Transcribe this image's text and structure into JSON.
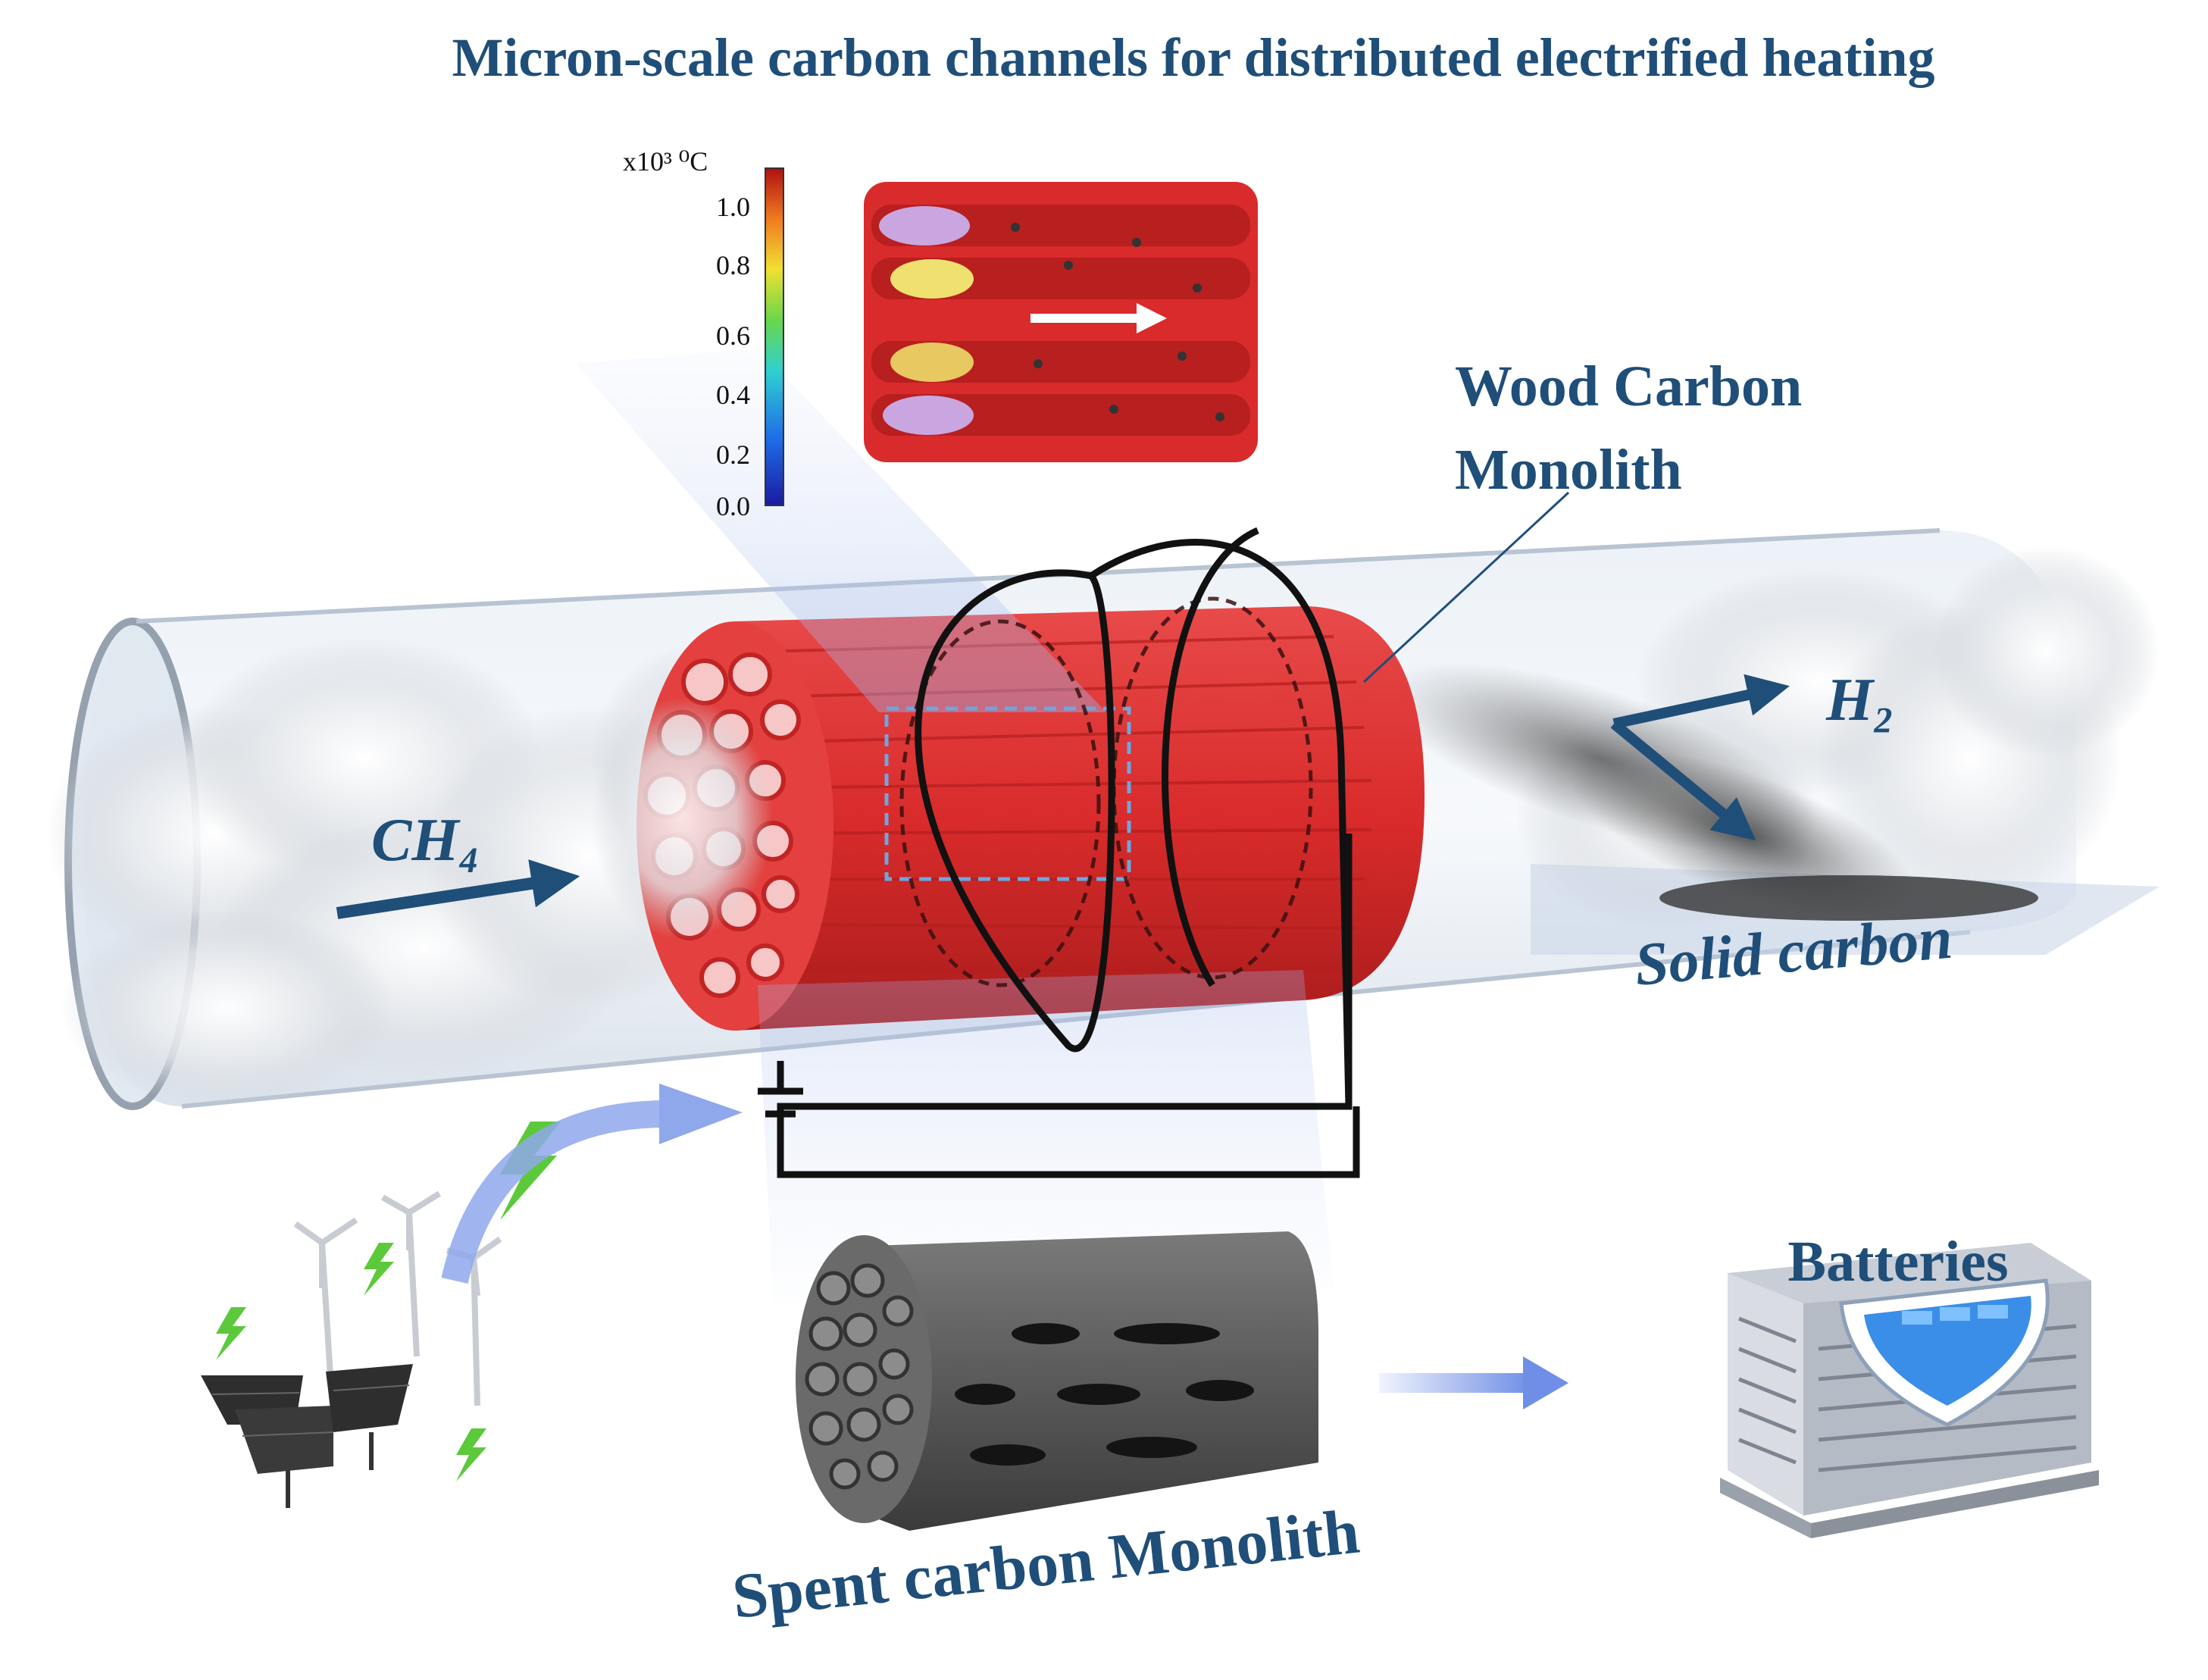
{
  "title": "Micron-scale carbon channels for distributed electrified heating",
  "labels": {
    "ch4": "CH₄",
    "h2": "H₂",
    "solid_carbon": "Solid carbon",
    "wood_carbon_line1": "Wood Carbon",
    "wood_carbon_line2": "Monolith",
    "spent_monolith": "Spent carbon Monolith",
    "batteries": "Batteries"
  },
  "colorbar": {
    "unit": "x10³ ⁰C",
    "ticks": [
      "1.0",
      "0.8",
      "0.6",
      "0.4",
      "0.2",
      "0.0"
    ]
  },
  "colors": {
    "title_text": "#1f4e79",
    "arrow": "#1f4e79",
    "monolith_red": "#d92b2b",
    "spent_gray": "#5a5a5a",
    "lightning": "#5cc93b",
    "circuit": "#111111"
  },
  "icons": [
    "lightning-icon",
    "wind-turbine-icon",
    "solar-panel-icon",
    "battery-building-icon"
  ]
}
